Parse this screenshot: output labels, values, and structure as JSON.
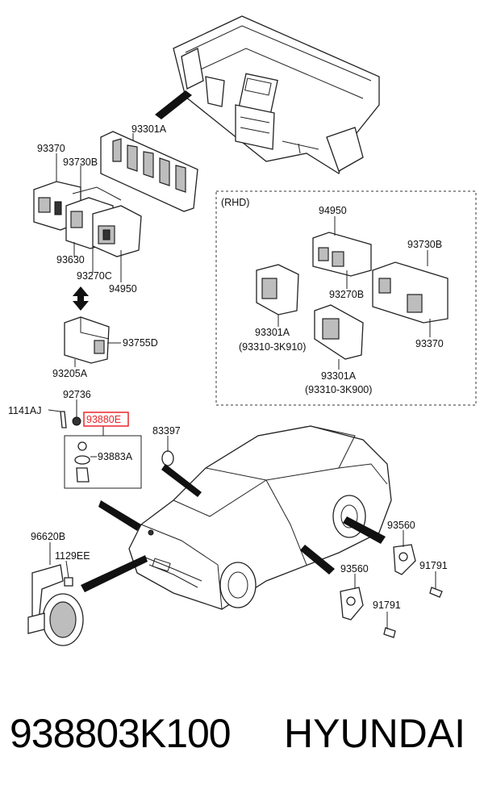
{
  "labels": {
    "p93301A_top": "93301A",
    "p93370_top": "93370",
    "p93730B_top": "93730B",
    "p93630": "93630",
    "p93270C": "93270C",
    "p94950_left": "94950",
    "p93755D": "93755D",
    "p93205A": "93205A",
    "p92736": "92736",
    "p1141AJ": "1141AJ",
    "p93880E": "93880E",
    "p93883A": "93883A",
    "p83397": "83397",
    "p96620B": "96620B",
    "p1129EE": "1129EE",
    "p93560_a": "93560",
    "p91791_a": "91791",
    "p93560_b": "93560",
    "p91791_b": "91791",
    "rhd": "(RHD)",
    "p94950_rhd": "94950",
    "p93730B_rhd": "93730B",
    "p93270B": "93270B",
    "p93301A_rhd1": "93301A",
    "p93301A_rhd1_sub": "(93310-3K910)",
    "p93370_rhd": "93370",
    "p93301A_rhd2": "93301A",
    "p93301A_rhd2_sub": "(93310-3K900)"
  },
  "highlight_color": "#e8262b",
  "footer": {
    "part_number": "938803K100",
    "brand": "HYUNDAI"
  }
}
